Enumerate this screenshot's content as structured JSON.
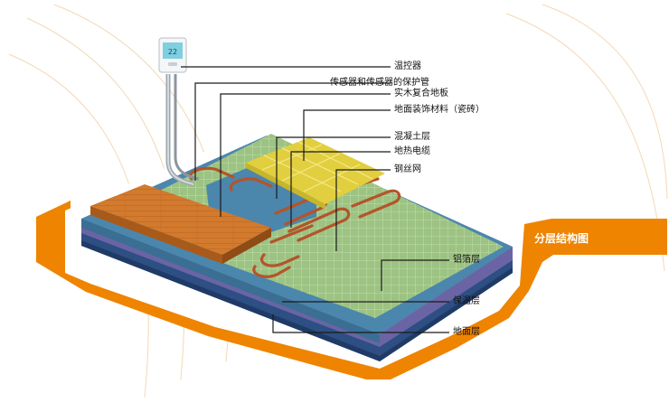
{
  "diagram": {
    "title": "分层结构图",
    "labels": {
      "thermostat": "温控器",
      "sensor": "传感器和传感器的保护管",
      "wood_floor": "实木复合地板",
      "tile": "地面装饰材料（瓷砖）",
      "concrete": "混凝土层",
      "cable": "地热电缆",
      "mesh": "钢丝网",
      "foil": "铝箔层",
      "insulation": "保温层",
      "ground": "地面层"
    },
    "thermostat_display": "22"
  },
  "colors": {
    "accent_orange": "#ee8400",
    "grid_green": "#9cc382",
    "concrete_blue": "#4b86ad",
    "wood": "#d27a2e",
    "tile_yellow": "#e2cf3f",
    "cable_copper": "#b4542a"
  }
}
